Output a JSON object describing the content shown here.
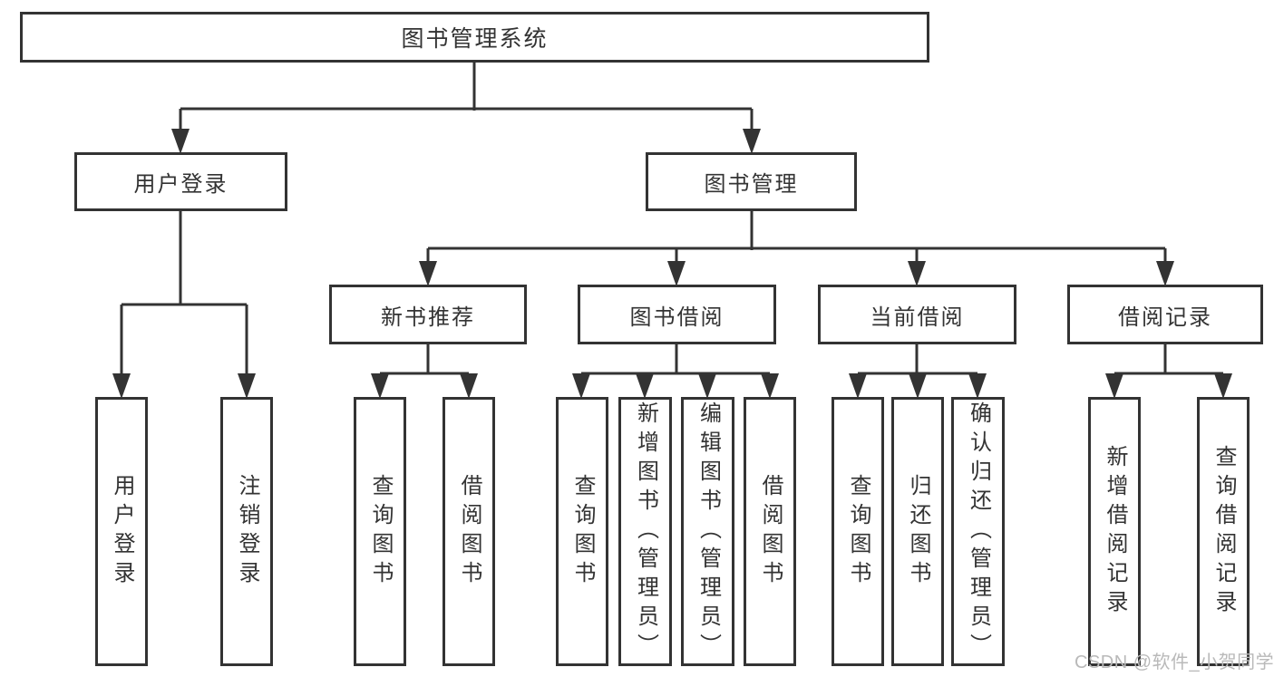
{
  "diagram": {
    "root": {
      "label": "图书管理系统"
    },
    "level2": {
      "user_login": {
        "label": "用户登录"
      },
      "book_management": {
        "label": "图书管理"
      }
    },
    "level3": {
      "new_books": {
        "label": "新书推荐"
      },
      "book_borrow": {
        "label": "图书借阅"
      },
      "current_borrow": {
        "label": "当前借阅"
      },
      "borrow_records": {
        "label": "借阅记录"
      }
    },
    "leaves": {
      "user_login": [
        "用户登录",
        "注销登录"
      ],
      "new_books": [
        "查询图书",
        "借阅图书"
      ],
      "book_borrow": [
        "查询图书",
        "新增图书（管理员）",
        "编辑图书（管理员）",
        "借阅图书"
      ],
      "current_borrow": [
        "查询图书",
        "归还图书",
        "确认归还（管理员）"
      ],
      "borrow_records": [
        "新增借阅记录",
        "查询借阅记录"
      ]
    },
    "watermark": "CSDN @软件_小贺同学",
    "colors": {
      "line": "#333333",
      "text": "#333333",
      "watermark": "#b9b9b9",
      "background": "#ffffff"
    }
  }
}
